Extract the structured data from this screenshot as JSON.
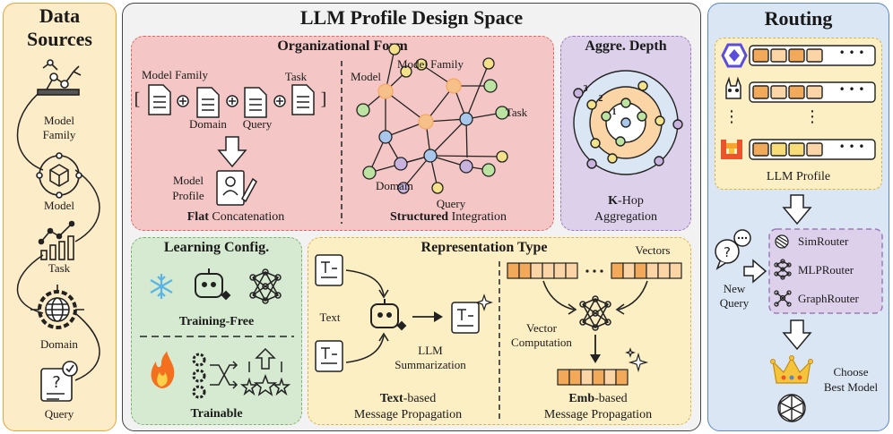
{
  "data_sources": {
    "title_line1": "Data",
    "title_line2": "Sources",
    "items": [
      {
        "label_line1": "Model",
        "label_line2": "Family"
      },
      {
        "label_line1": "Model",
        "label_line2": ""
      },
      {
        "label_line1": "Task",
        "label_line2": ""
      },
      {
        "label_line1": "Domain",
        "label_line2": ""
      },
      {
        "label_line1": "Query",
        "label_line2": ""
      }
    ]
  },
  "design_space": {
    "title": "LLM Profile Design Space",
    "organizational_form": {
      "title": "Organizational Form",
      "flat": {
        "model_family": "Model Family",
        "domain": "Domain",
        "query": "Query",
        "task": "Task",
        "bracket_open": "[",
        "bracket_close": "]",
        "model_profile_line1": "Model",
        "model_profile_line2": "Profile",
        "caption_bold": "Flat",
        "caption_rest": " Concatenation"
      },
      "structured": {
        "model": "Model",
        "model_family": "Model Family",
        "task": "Task",
        "domain": "Domain",
        "query": "Query",
        "caption_bold": "Structured",
        "caption_rest": " Integration"
      }
    },
    "aggregation_depth": {
      "title": "Aggre. Depth",
      "hops": [
        "1",
        "2",
        "3"
      ],
      "caption_bold": "K",
      "caption_rest": "-Hop",
      "caption_line2": "Aggregation"
    },
    "learning_config": {
      "title": "Learning Config.",
      "training_free": "Training-Free",
      "trainable": "Trainable"
    },
    "representation_type": {
      "title": "Representation Type",
      "text_label": "Text",
      "llm_summ_line1": "LLM",
      "llm_summ_line2": "Summarization",
      "text_caption_bold": "Text",
      "text_caption_rest": "-based",
      "text_caption_line2": "Message Propagation",
      "vectors": "Vectors",
      "vector_comp_line1": "Vector",
      "vector_comp_line2": "Computation",
      "emb_caption_bold": "Emb",
      "emb_caption_rest": "-based",
      "emb_caption_line2": "Message Propagation"
    }
  },
  "routing": {
    "title": "Routing",
    "profile_caption": "LLM Profile",
    "ellipsis": "• • •",
    "vdots": "⋮",
    "new_query_line1": "New",
    "new_query_line2": "Query",
    "routers": [
      "SimRouter",
      "MLPRouter",
      "GraphRouter"
    ],
    "choose_line1": "Choose",
    "choose_line2": "Best Model"
  },
  "colors": {
    "sources_bg": "#fdecc8",
    "sources_border": "#e8a33d",
    "design_bg": "#f2f2f2",
    "org_bg": "#f5c6c6",
    "org_border": "#d96b6b",
    "aggr_bg": "#ddd0ea",
    "aggr_border": "#9b7bb8",
    "learn_bg": "#d5ead0",
    "learn_border": "#7bb36b",
    "repr_bg": "#fcefc4",
    "repr_border": "#d9b34a",
    "routing_bg": "#dbe6f4",
    "routing_border": "#5b87c4",
    "node_blue": "#a9c7ea",
    "node_green": "#bde3a3",
    "node_purple": "#c7b3de",
    "node_yellow": "#f4e28a",
    "node_orange": "#f6c08a",
    "cell_orange": "#f3a95a",
    "cell_light": "#fbd5a5",
    "cell_yellow": "#f7dc78"
  },
  "icons": [
    "robot-arm-icon",
    "model-hexagon-icon",
    "chart-icon",
    "globe-gear-icon",
    "question-doc-icon",
    "document-icon",
    "profile-doc-icon",
    "snowflake-icon",
    "robot-icon",
    "neural-net-icon",
    "fire-icon",
    "gears-shuffle-icon",
    "stars-up-icon",
    "text-doc-icon",
    "sparkle-icon",
    "chat-question-icon",
    "crown-icon",
    "network-sphere-icon",
    "qwen-logo-icon",
    "llama-logo-icon",
    "mistral-logo-icon"
  ]
}
